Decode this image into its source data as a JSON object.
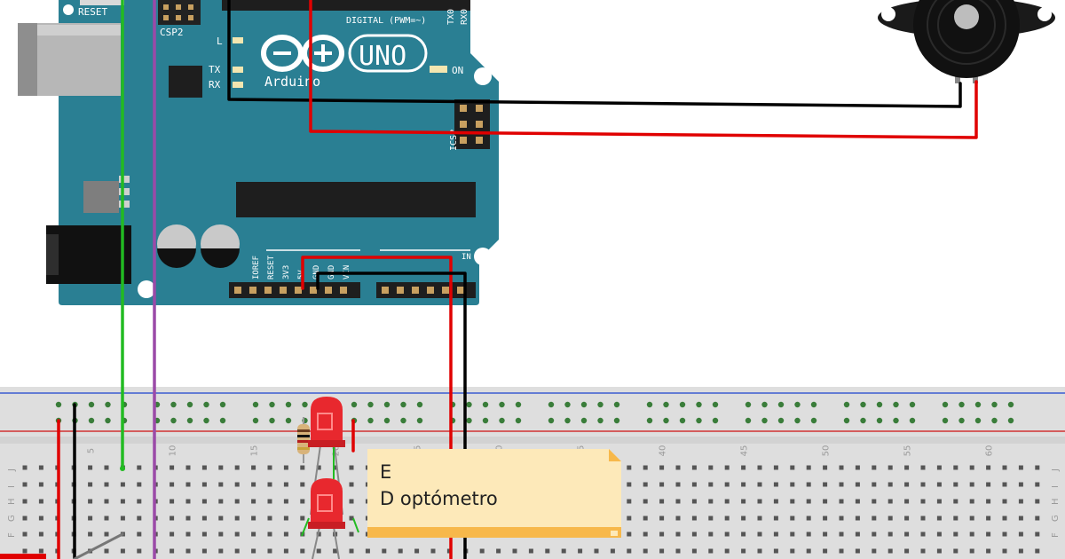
{
  "board": {
    "reset_label": "RESET",
    "icsp2_label": "CSP2",
    "icsp_label": "ICSP",
    "digital_label": "DIGITAL (PWM=~)",
    "tx_pin_label": "TX0",
    "rx_pin_label": "RX0",
    "l_label": "L",
    "tx_label": "TX",
    "rx_label": "RX",
    "uno_label": "UNO",
    "brand_label": "Arduino",
    "on_label": "ON",
    "in_label": "IN",
    "power_pins": [
      "IOREF",
      "RESET",
      "3V3",
      "5V",
      "GND",
      "GND",
      "VIN"
    ]
  },
  "breadboard": {
    "row_letters_left": [
      "J",
      "I",
      "H",
      "G",
      "F"
    ],
    "row_letters_right": [
      "J",
      "I",
      "H",
      "G",
      "F"
    ],
    "column_numbers": [
      "5",
      "10",
      "15",
      "20",
      "25",
      "30",
      "35",
      "40",
      "45",
      "50",
      "55",
      "60"
    ]
  },
  "note": {
    "line1": "E",
    "line2": "D  optómetro"
  },
  "colors": {
    "board": "#2a7f93",
    "breadboard": "#dedede",
    "wire_red": "#e00000",
    "wire_black": "#000000",
    "wire_green": "#22bb22",
    "wire_purple": "#9b4aa8",
    "led_red": "#e8282e",
    "note_fill": "#fde9b9",
    "note_band": "#f7b84b"
  }
}
